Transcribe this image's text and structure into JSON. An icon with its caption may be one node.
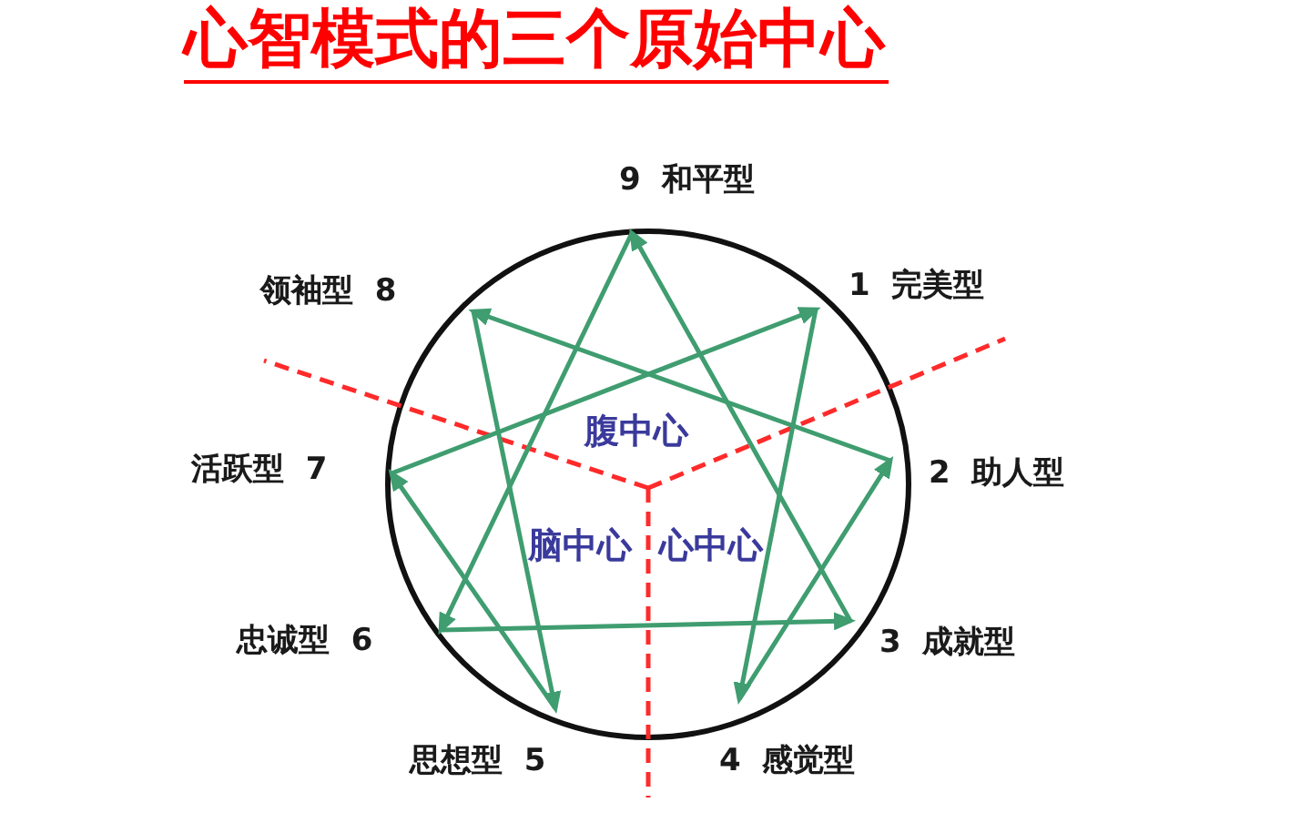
{
  "diagram": {
    "title": "心智模式的三个原始中心",
    "nodes": [
      {
        "text": [
          "9 和平型"
        ]
      },
      {
        "text": [
          "领袖型 8"
        ]
      },
      {
        "text": [
          "1 完美型"
        ]
      },
      {
        "text": [
          "活跃型 7"
        ]
      },
      {
        "text": [
          "2 助人型"
        ]
      },
      {
        "text": [
          "忠诚型 6"
        ]
      },
      {
        "text": [
          "3 成就型"
        ]
      },
      {
        "text": [
          "思想型 5"
        ]
      },
      {
        "text": [
          "4 感觉型"
        ]
      }
    ],
    "edges": [
      {
        "from": 0,
        "to": 5,
        "arrow": "to"
      },
      {
        "from": 5,
        "to": 6,
        "arrow": "to"
      },
      {
        "from": 6,
        "to": 0,
        "arrow": "to"
      },
      {
        "from": 3,
        "to": 2,
        "arrow": "to"
      },
      {
        "from": 2,
        "to": 8,
        "arrow": "to"
      },
      {
        "from": 8,
        "to": 4,
        "arrow": "to"
      },
      {
        "from": 4,
        "to": 1,
        "arrow": "to"
      },
      {
        "from": 1,
        "to": 7,
        "arrow": "to"
      },
      {
        "from": 7,
        "to": 3,
        "arrow": "to"
      }
    ],
    "labels": [
      "腹中心",
      "脑中心",
      "心中心"
    ]
  }
}
